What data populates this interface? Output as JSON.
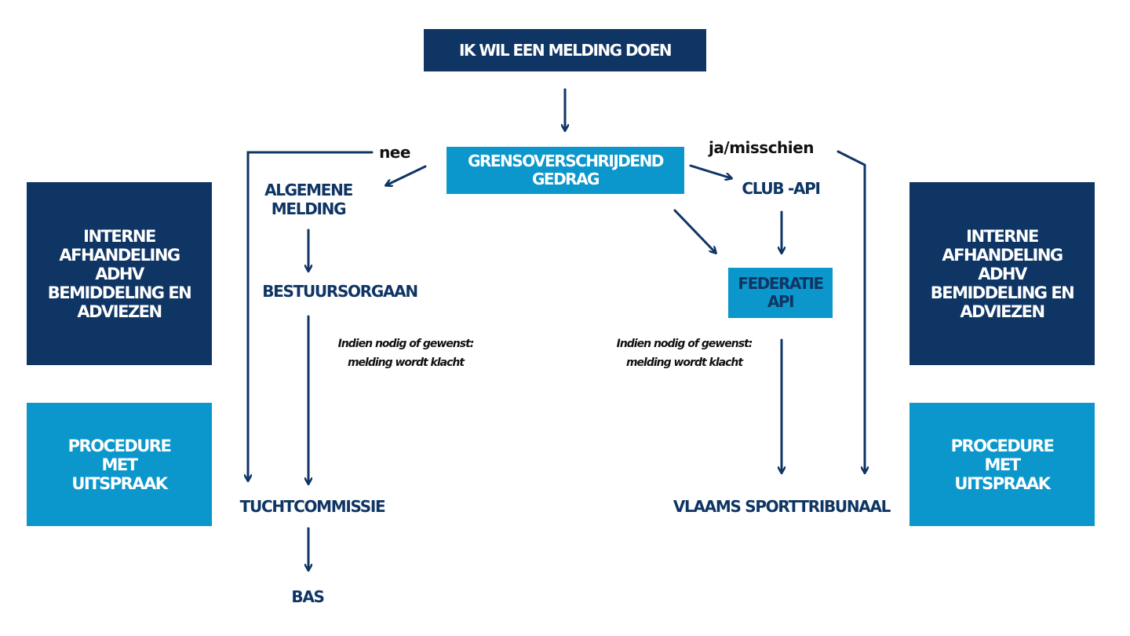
{
  "start": "IK WIL EEN MELDING DOEN",
  "decision": "GRENSOVERSCHRIJDEND\nGEDRAG",
  "branch_no": "nee",
  "branch_yes": "ja/misschien",
  "general_report": "ALGEMENE\nMELDING",
  "governing_body": "BESTUURSORGAAN",
  "club_api": "CLUB -API",
  "federation_api": "FEDERATIE\nAPI",
  "note_left": "Indien nodig of gewenst:\nmelding wordt klacht",
  "note_right": "Indien nodig of gewenst:\nmelding wordt klacht",
  "disciplinary": "TUCHTCOMMISSIE",
  "tribunal": "VLAAMS SPORTTRIBUNAAL",
  "bas": "BAS",
  "left_internal": "INTERNE\nAFHANDELING\nADHV\nBEMIDDELING EN\nADVIEZEN",
  "left_procedure": "PROCEDURE\nMET\nUITSPRAAK",
  "right_internal": "INTERNE\nAFHANDELING\nADHV\nBEMIDDELING EN\nADVIEZEN",
  "right_procedure": "PROCEDURE\nMET\nUITSPRAAK",
  "colors": {
    "dark": "#0f3564",
    "light": "#0b97cb",
    "arrow": "#0f3564"
  }
}
